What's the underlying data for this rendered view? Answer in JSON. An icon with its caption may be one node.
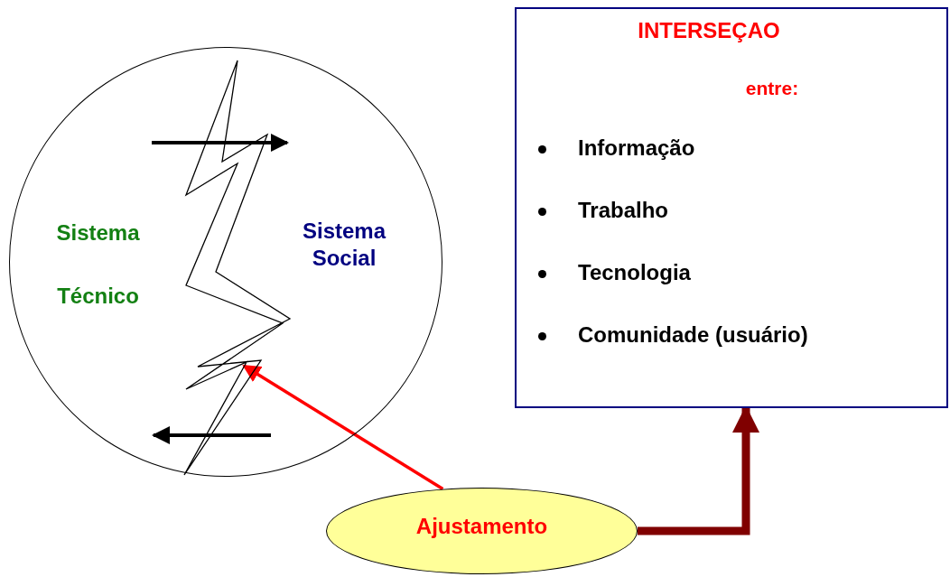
{
  "diagram": {
    "nodes": [
      {
        "text": [
          "Sistema Técnico",
          "Sistema Social"
        ]
      },
      {
        "text": [],
        "shape": "zigzag",
        "in": 0
      },
      {
        "text": [
          "INTERSEÇAO",
          "entre:",
          "Informação",
          "Trabalho",
          "Tecnologia",
          "Comunidade (usuário)"
        ]
      },
      {
        "text": [
          "Ajustamento"
        ]
      }
    ],
    "edges": [
      {
        "from": 3,
        "to": 1,
        "arrow": "to",
        "color": "#ff0000"
      },
      {
        "from": 3,
        "to": 2,
        "arrow": "to",
        "style": "thick",
        "color": "#800000"
      }
    ]
  }
}
